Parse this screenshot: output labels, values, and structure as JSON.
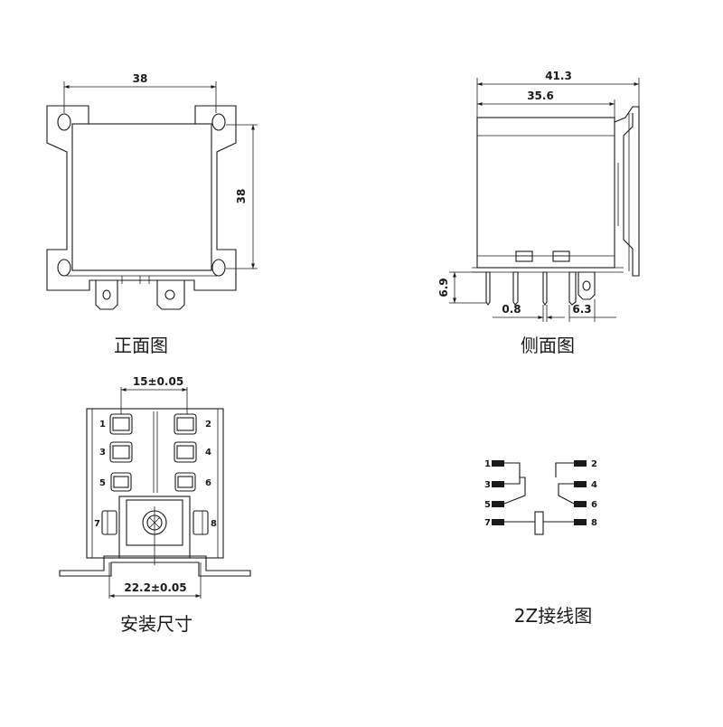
{
  "front_view": {
    "caption": "正面图",
    "dim_width": "38",
    "dim_height": "38"
  },
  "side_view": {
    "caption": "侧面图",
    "dim_overall": "41.3",
    "dim_body": "35.6",
    "dim_pin_height": "6.9",
    "dim_pin_thickness": "0.8",
    "dim_terminal_width": "6.3"
  },
  "mounting_view": {
    "caption": "安装尺寸",
    "dim_top": "15±0.05",
    "dim_bottom": "22.2±0.05",
    "pin_labels": [
      "1",
      "2",
      "3",
      "4",
      "5",
      "6",
      "7",
      "8"
    ]
  },
  "wiring_view": {
    "caption": "2Z接线图",
    "pin_labels": [
      "1",
      "2",
      "3",
      "4",
      "5",
      "6",
      "7",
      "8"
    ]
  }
}
